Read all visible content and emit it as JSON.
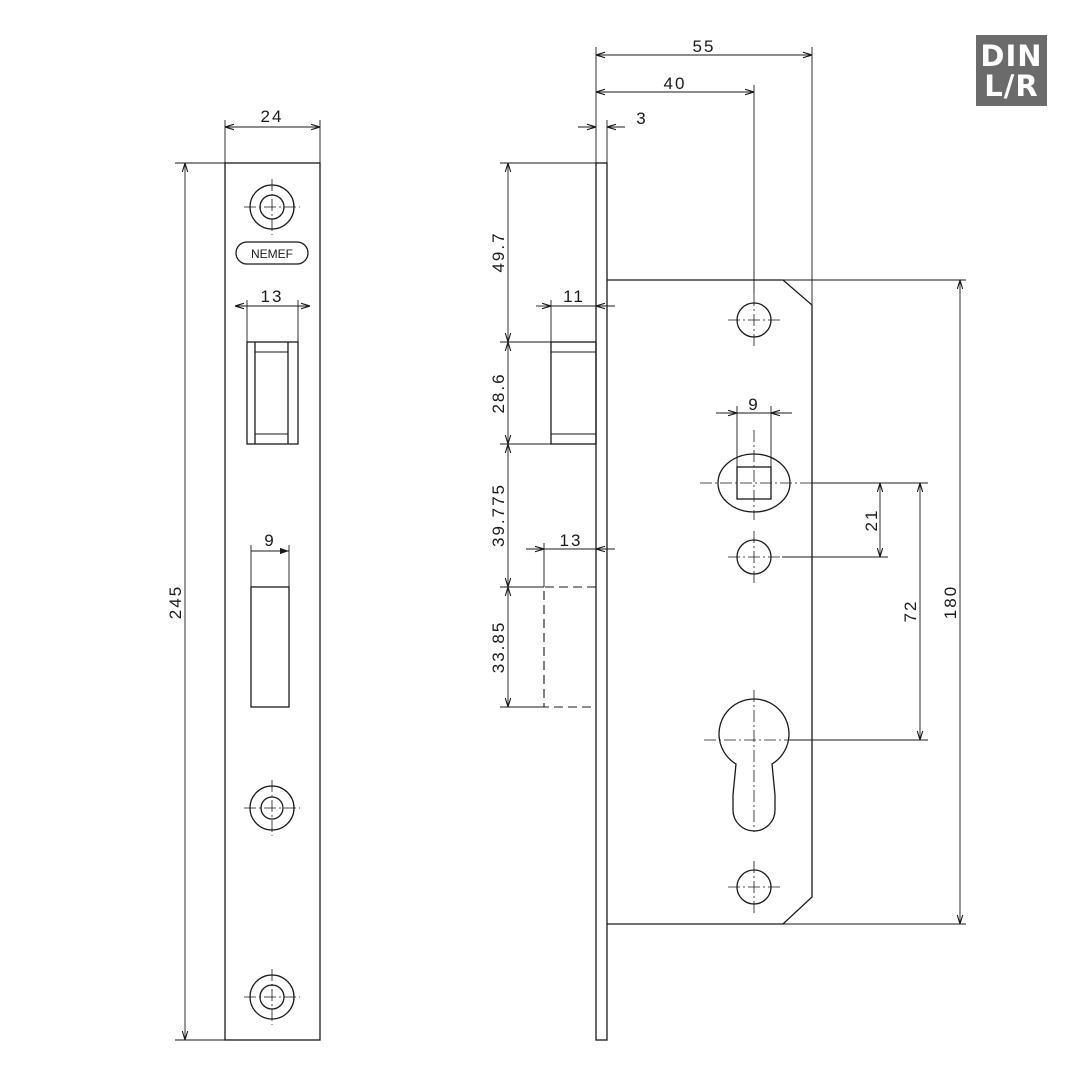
{
  "badge": {
    "line1": "DIN",
    "line2": "L/R"
  },
  "faceplate": {
    "brand": "NEMEF"
  },
  "dimensions": {
    "face_width": "24",
    "face_height": "245",
    "latch_width": "13",
    "deadbolt_width": "9",
    "backset_total": "55",
    "backset": "40",
    "face_thickness": "3",
    "latch_offset": "49.7",
    "latch_projection": "11",
    "latch_height": "28.6",
    "gap": "39.775",
    "bolt_projection": "13",
    "bolt_height": "33.85",
    "spindle_square": "9",
    "spindle_to_hole": "21",
    "spindle_to_cylinder": "72",
    "case_height": "180"
  }
}
